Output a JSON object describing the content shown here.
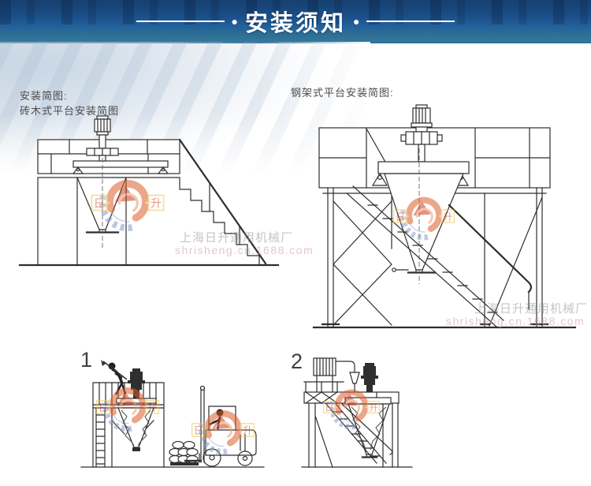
{
  "banner": {
    "title": "安装须知",
    "bullet": "●"
  },
  "labels": {
    "left_line1": "安装简图:",
    "left_line2": "砖木式平台安装简图",
    "right": "钢架式平台安装简图:"
  },
  "steps": {
    "one": "1",
    "two": "2"
  },
  "watermark": {
    "company": "上海日升通用机械厂",
    "url": "shrisheng.cn.1688.com",
    "char_left": "日",
    "char_right": "升"
  },
  "colors": {
    "banner_blue": "#1a4c85",
    "banner_teal": "#34789b",
    "logo_orange": "#dd5f2c",
    "logo_red": "#c8411f",
    "logo_gear_blue": "#8a9cc8",
    "logo_box_yellow": "#efc34d",
    "line_black": "#2e2e2e"
  }
}
